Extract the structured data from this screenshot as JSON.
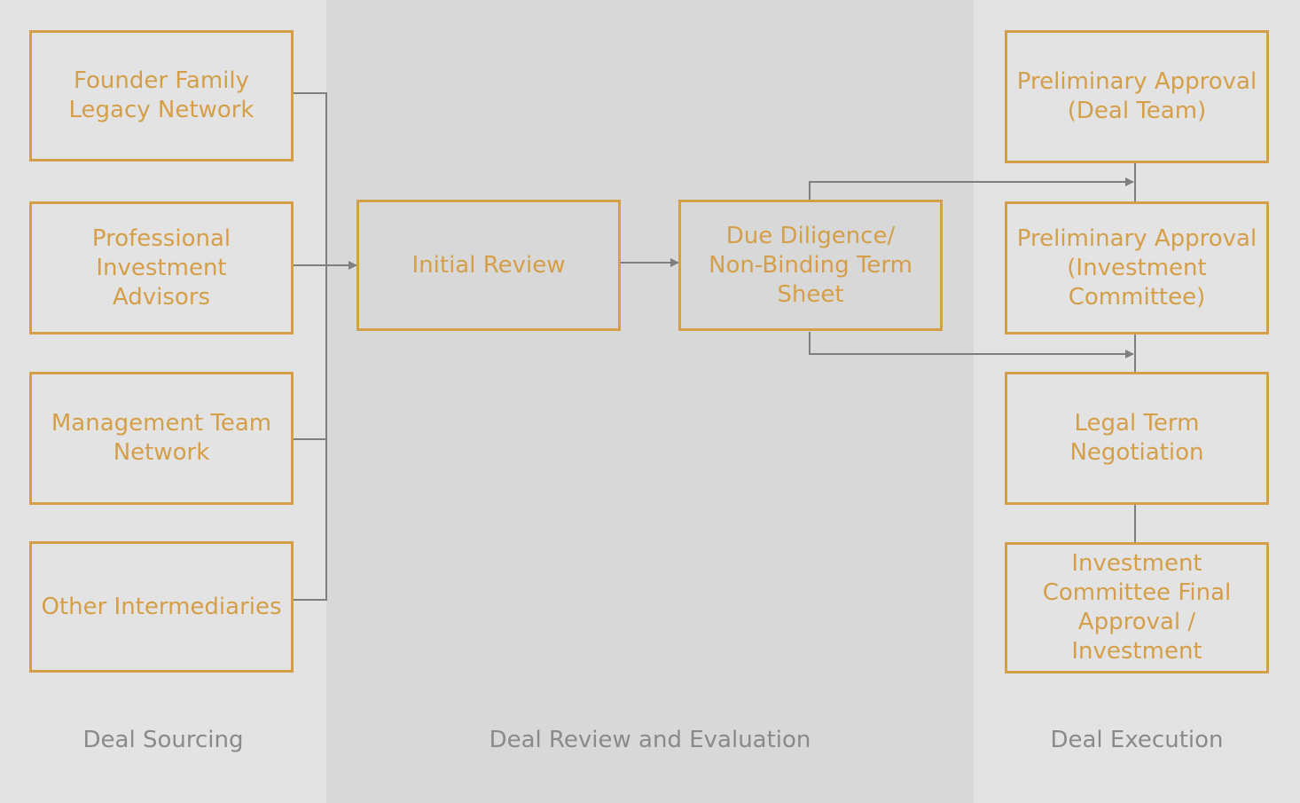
{
  "colors": {
    "box_border": "#d49f48",
    "box_text": "#d49f48",
    "lane_label": "#8a8a8a",
    "connector": "#7f7f7f",
    "lane_light": "#e3e3e3",
    "lane_dark": "#d8d8d8"
  },
  "lanes": {
    "sourcing": "Deal Sourcing",
    "review": "Deal Review and Evaluation",
    "execution": "Deal Execution"
  },
  "sourcing": {
    "founder_family": "Founder Family\nLegacy Network",
    "professional_advisors": "Professional\nInvestment\nAdvisors",
    "management_team": "Management Team\nNetwork",
    "other_intermediaries": "Other Intermediaries"
  },
  "review": {
    "initial_review": "Initial Review",
    "due_diligence": "Due Diligence/\nNon-Binding Term\nSheet"
  },
  "execution": {
    "prelim_deal_team": "Preliminary Approval\n(Deal Team)",
    "prelim_ic": "Preliminary Approval\n(Investment\nCommittee)",
    "legal_negotiation": "Legal Term\nNegotiation",
    "final_approval": "Investment\nCommittee Final\nApproval /\nInvestment"
  }
}
